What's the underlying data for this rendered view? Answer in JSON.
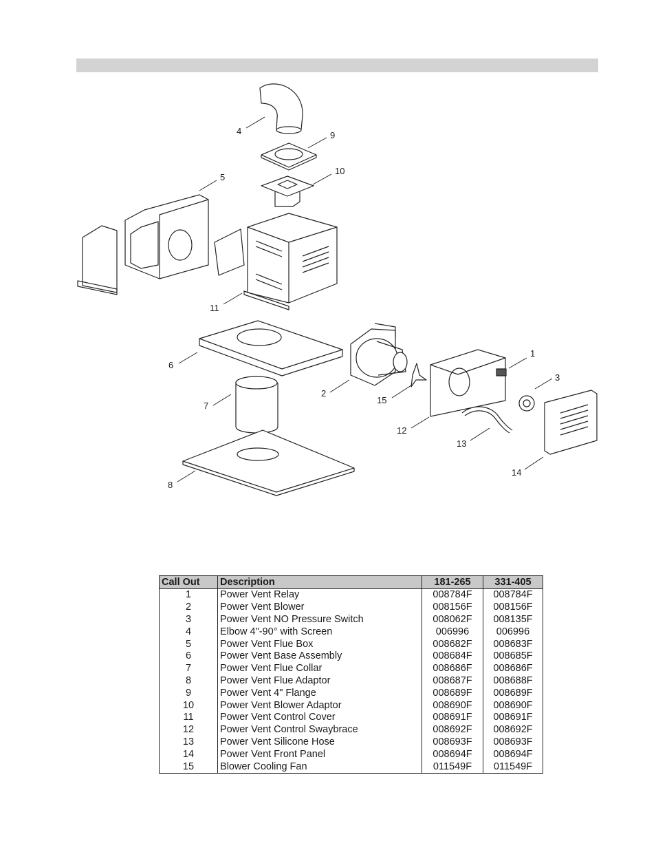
{
  "diagram": {
    "callouts": [
      "1",
      "2",
      "3",
      "4",
      "5",
      "6",
      "7",
      "8",
      "9",
      "10",
      "11",
      "12",
      "13",
      "14",
      "15"
    ]
  },
  "table": {
    "headers": [
      "Call Out",
      "Description",
      "181-265",
      "331-405"
    ],
    "rows": [
      {
        "callout": "1",
        "description": "Power Vent Relay",
        "a": "008784F",
        "b": "008784F"
      },
      {
        "callout": "2",
        "description": "Power Vent Blower",
        "a": "008156F",
        "b": "008156F"
      },
      {
        "callout": "3",
        "description": "Power Vent NO Pressure Switch",
        "a": "008062F",
        "b": "008135F"
      },
      {
        "callout": "4",
        "description": "Elbow 4\"-90° with Screen",
        "a": "006996",
        "b": "006996"
      },
      {
        "callout": "5",
        "description": "Power Vent Flue Box",
        "a": "008682F",
        "b": "008683F"
      },
      {
        "callout": "6",
        "description": "Power Vent Base Assembly",
        "a": "008684F",
        "b": "008685F"
      },
      {
        "callout": "7",
        "description": "Power Vent Flue Collar",
        "a": "008686F",
        "b": "008686F"
      },
      {
        "callout": "8",
        "description": "Power Vent Flue Adaptor",
        "a": "008687F",
        "b": "008688F"
      },
      {
        "callout": "9",
        "description": "Power Vent 4\" Flange",
        "a": "008689F",
        "b": "008689F"
      },
      {
        "callout": "10",
        "description": "Power Vent Blower Adaptor",
        "a": "008690F",
        "b": "008690F"
      },
      {
        "callout": "11",
        "description": "Power Vent Control Cover",
        "a": "008691F",
        "b": "008691F"
      },
      {
        "callout": "12",
        "description": "Power Vent Control Swaybrace",
        "a": "008692F",
        "b": "008692F"
      },
      {
        "callout": "13",
        "description": "Power Vent Silicone Hose",
        "a": "008693F",
        "b": "008693F"
      },
      {
        "callout": "14",
        "description": "Power Vent Front Panel",
        "a": "008694F",
        "b": "008694F"
      },
      {
        "callout": "15",
        "description": "Blower Cooling Fan",
        "a": "011549F",
        "b": "011549F"
      }
    ]
  }
}
